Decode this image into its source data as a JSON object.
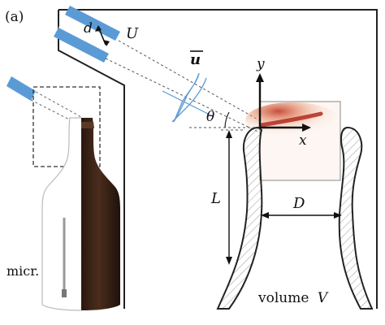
{
  "panel_label": "(a)",
  "labels": {
    "d": "d",
    "U": "U",
    "u_bar": "u",
    "theta": "θ",
    "y": "y",
    "x": "x",
    "L": "L",
    "D": "D",
    "micr": "micr.",
    "volume": "volume",
    "V": "V"
  },
  "colors": {
    "jet_blue": "#5b9bd5",
    "jet_blue_light": "#a9cdea",
    "jet_red": "#c0392b",
    "bottle_brown": "#3b2418",
    "hatch": "#888888"
  }
}
